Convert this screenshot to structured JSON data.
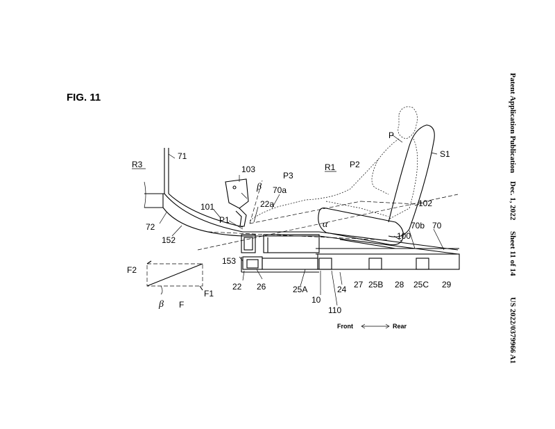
{
  "figure_title": "FIG. 11",
  "header": {
    "publication": "Patent Application Publication",
    "date": "Dec. 1, 2022",
    "sheet": "Sheet 11 of 14",
    "number": "US 2022/0379966 A1"
  },
  "direction": {
    "front": "Front",
    "rear": "Rear"
  },
  "labels": {
    "P": "P",
    "S1": "S1",
    "n71": "71",
    "R3": "R3",
    "n103": "103",
    "R1": "R1",
    "P2": "P2",
    "P3": "P3",
    "beta_top": "β",
    "n70a": "70a",
    "n22a": "22a",
    "n101": "101",
    "n102": "102",
    "P1": "P1",
    "alpha": "α",
    "n70b": "70b",
    "n70": "70",
    "n72": "72",
    "n100": "100",
    "n152": "152",
    "n153": "153",
    "F2": "F2",
    "n22": "22",
    "n26": "26",
    "n25A": "25A",
    "n24": "24",
    "n27": "27",
    "n25B": "25B",
    "n28": "28",
    "n25C": "25C",
    "n29": "29",
    "F1": "F1",
    "n10": "10",
    "beta_bottom": "β",
    "F": "F",
    "n110": "110"
  }
}
